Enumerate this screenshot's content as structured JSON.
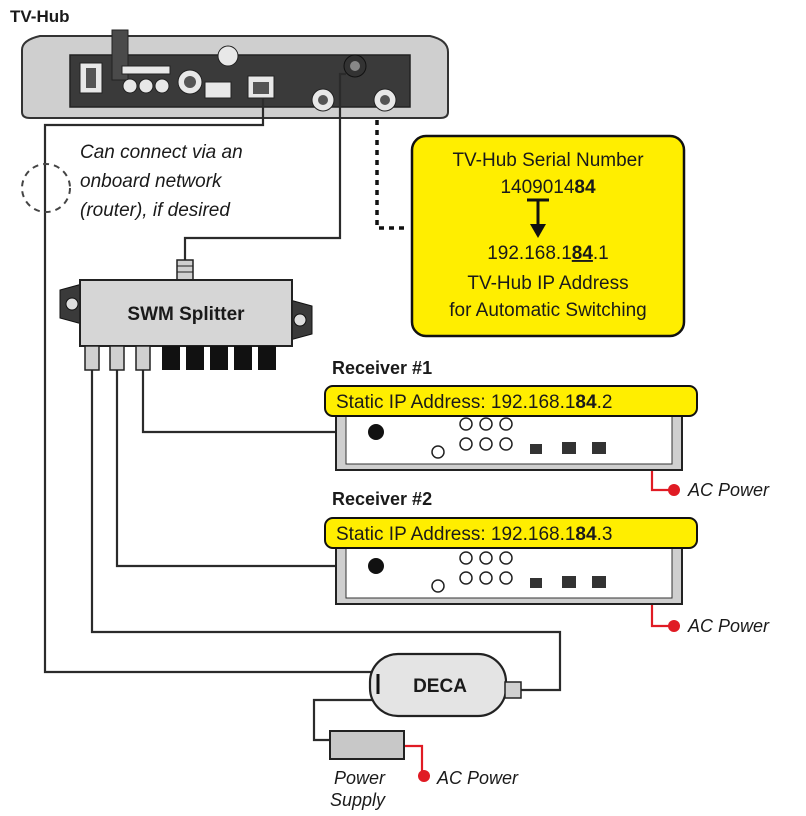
{
  "title": "TV-Hub",
  "note": {
    "line1": "Can connect via an",
    "line2": "onboard network",
    "line3": "(router), if desired"
  },
  "serial_box": {
    "heading": "TV-Hub Serial Number",
    "serial_plain": "1409014",
    "serial_bold": "84",
    "ip_plain": "192.168.1",
    "ip_bold": "84",
    "ip_end": ".1",
    "caption1": "TV-Hub IP Address",
    "caption2": "for Automatic Switching"
  },
  "splitter_label": "SWM Splitter",
  "receivers": [
    {
      "title": "Receiver #1",
      "ip_prefix": "Static IP Address: 192.168.1",
      "ip_bold": "84",
      "ip_suffix": ".2",
      "power": "AC Power"
    },
    {
      "title": "Receiver #2",
      "ip_prefix": "Static IP Address: 192.168.1",
      "ip_bold": "84",
      "ip_suffix": ".3",
      "power": "AC Power"
    }
  ],
  "deca_label": "DECA",
  "power_supply": {
    "line1": "Power",
    "line2": "Supply",
    "power": "AC Power"
  },
  "colors": {
    "highlight": "#ffee00",
    "power_dot": "#e01b24",
    "wire": "#2b2b2b"
  }
}
